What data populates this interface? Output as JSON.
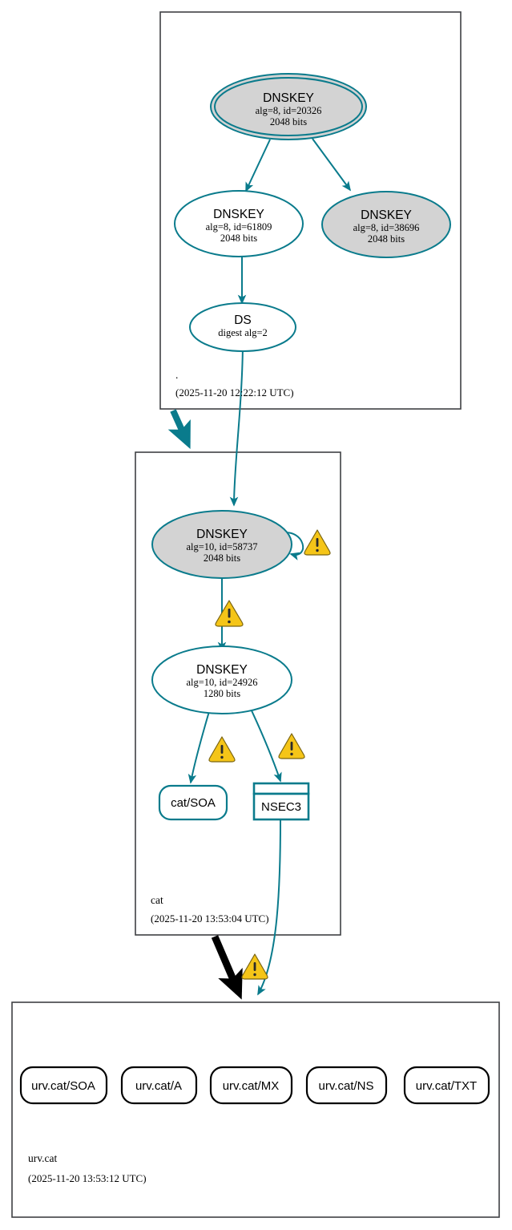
{
  "diagram": {
    "kind": "dnssec-authentication-chain",
    "colors": {
      "secure_teal": "#0a7b8c",
      "node_fill_signed": "#d3d3d3",
      "node_fill_plain": "#ffffff",
      "zone_border": "#3f4044",
      "warning_yellow": "#f5c518",
      "insecure_black": "#000000"
    }
  },
  "zones": [
    {
      "id": "root",
      "name": ".",
      "timestamp": "(2025-11-20 12:22:12 UTC)",
      "nodes": [
        {
          "id": "root-ksk",
          "type": "DNSKEY",
          "shape": "double-ellipse",
          "fill": "signed",
          "title": "DNSKEY",
          "line2": "alg=8, id=20326",
          "line3": "2048 bits"
        },
        {
          "id": "root-zsk-61809",
          "type": "DNSKEY",
          "shape": "ellipse",
          "fill": "plain",
          "title": "DNSKEY",
          "line2": "alg=8, id=61809",
          "line3": "2048 bits"
        },
        {
          "id": "root-zsk-38696",
          "type": "DNSKEY",
          "shape": "ellipse",
          "fill": "signed",
          "title": "DNSKEY",
          "line2": "alg=8, id=38696",
          "line3": "2048 bits"
        },
        {
          "id": "root-ds",
          "type": "DS",
          "shape": "ellipse",
          "fill": "plain",
          "title": "DS",
          "line2": "digest alg=2",
          "line3": ""
        }
      ]
    },
    {
      "id": "cat",
      "name": "cat",
      "timestamp": "(2025-11-20 13:53:04 UTC)",
      "nodes": [
        {
          "id": "cat-ksk-58737",
          "type": "DNSKEY",
          "shape": "ellipse",
          "fill": "signed",
          "title": "DNSKEY",
          "line2": "alg=10, id=58737",
          "line3": "2048 bits"
        },
        {
          "id": "cat-zsk-24926",
          "type": "DNSKEY",
          "shape": "ellipse",
          "fill": "plain",
          "title": "DNSKEY",
          "line2": "alg=10, id=24926",
          "line3": "1280 bits"
        },
        {
          "id": "cat-soa",
          "type": "RRset",
          "shape": "rounded-box",
          "label": "cat/SOA"
        },
        {
          "id": "cat-nsec3",
          "type": "NSEC3",
          "shape": "stacked-box",
          "label": "NSEC3"
        }
      ]
    },
    {
      "id": "urvcat",
      "name": "urv.cat",
      "timestamp": "(2025-11-20 13:53:12 UTC)",
      "nodes": [
        {
          "id": "urv-soa",
          "type": "RRset",
          "shape": "rounded-box",
          "label": "urv.cat/SOA"
        },
        {
          "id": "urv-a",
          "type": "RRset",
          "shape": "rounded-box",
          "label": "urv.cat/A"
        },
        {
          "id": "urv-mx",
          "type": "RRset",
          "shape": "rounded-box",
          "label": "urv.cat/MX"
        },
        {
          "id": "urv-ns",
          "type": "RRset",
          "shape": "rounded-box",
          "label": "urv.cat/NS"
        },
        {
          "id": "urv-txt",
          "type": "RRset",
          "shape": "rounded-box",
          "label": "urv.cat/TXT"
        }
      ]
    }
  ],
  "warnings": [
    {
      "id": "warn-cat-ksk-selfsign",
      "glyph": "!"
    },
    {
      "id": "warn-cat-ksk-to-zsk",
      "glyph": "!"
    },
    {
      "id": "warn-cat-zsk-to-soa",
      "glyph": "!"
    },
    {
      "id": "warn-cat-zsk-to-nsec3",
      "glyph": "!"
    },
    {
      "id": "warn-cat-delegation",
      "glyph": "!"
    }
  ]
}
